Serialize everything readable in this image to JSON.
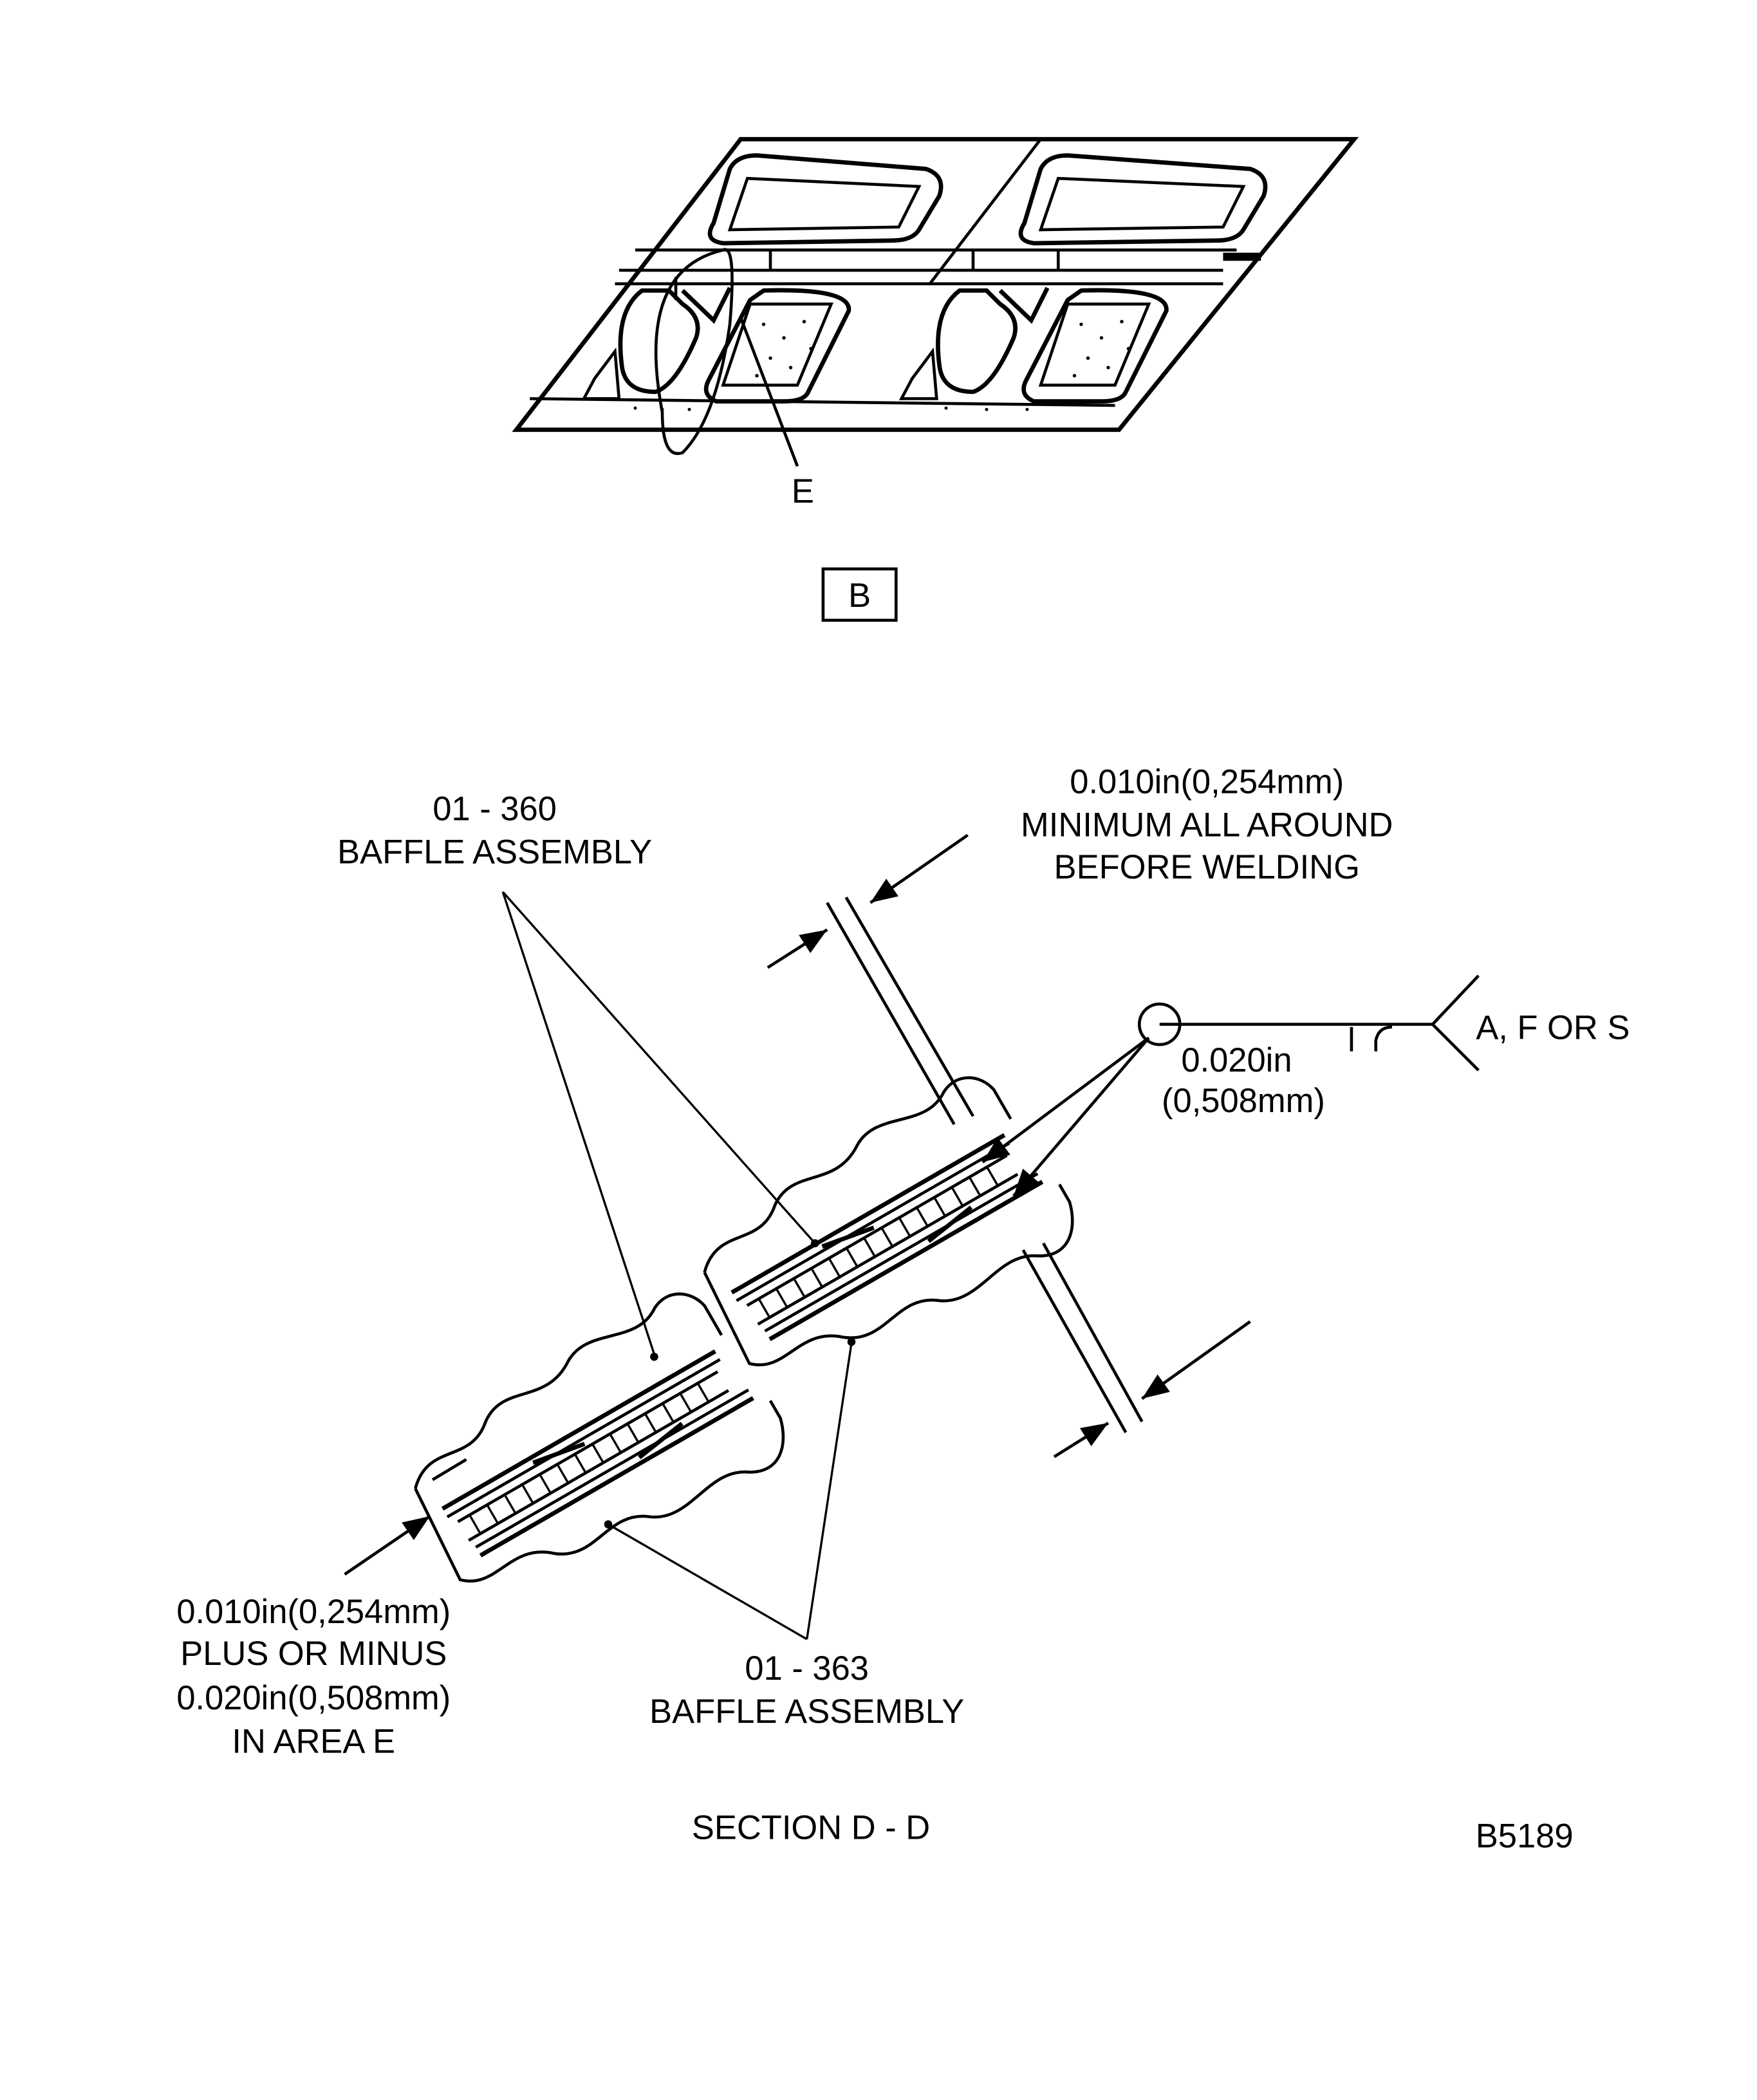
{
  "detail_view": {
    "area_label": "E",
    "view_label": "B"
  },
  "section": {
    "title": "SECTION D - D",
    "drawing_number": "B5189",
    "baffle_360": {
      "part_number": "01 - 360",
      "name": "BAFFLE ASSEMBLY"
    },
    "baffle_363": {
      "part_number": "01 - 363",
      "name": "BAFFLE ASSEMBLY"
    },
    "gap_note": {
      "line1": "0.010in(0,254mm)",
      "line2": "MINIMUM ALL AROUND",
      "line3": "BEFORE WELDING"
    },
    "weld_symbol": {
      "process": "A, F OR S",
      "size_in": "0.020in",
      "size_mm": "(0,508mm)"
    },
    "tolerance_note": {
      "line1": "0.010in(0,254mm)",
      "line2": "PLUS OR MINUS",
      "line3": "0.020in(0,508mm)",
      "line4": "IN AREA E"
    }
  }
}
